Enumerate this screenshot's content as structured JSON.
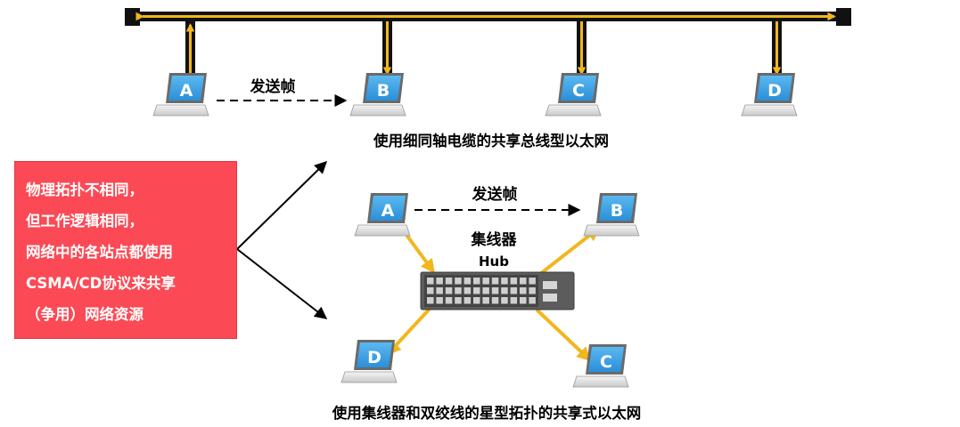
{
  "top_diagram": {
    "caption": "使用细同轴电缆的共享总线型以太网",
    "send_label": "发送帧",
    "nodes": [
      "A",
      "B",
      "C",
      "D"
    ]
  },
  "bottom_diagram": {
    "caption": "使用集线器和双绞线的星型拓扑的共享式以太网",
    "send_label": "发送帧",
    "hub_label": "集线器",
    "hub_sublabel": "Hub",
    "nodes": [
      "A",
      "B",
      "C",
      "D"
    ]
  },
  "callout": {
    "lines": [
      "物理拓扑不相同，",
      "但工作逻辑相同，",
      "网络中的各站点都使用",
      "CSMA/CD协议来共享",
      "（争用）网络资源"
    ]
  },
  "colors": {
    "bus_line": "#111111",
    "signal": "#f2b71e",
    "callout_bg": "#fb4a55",
    "laptop_screen": "#3fa6ea"
  }
}
